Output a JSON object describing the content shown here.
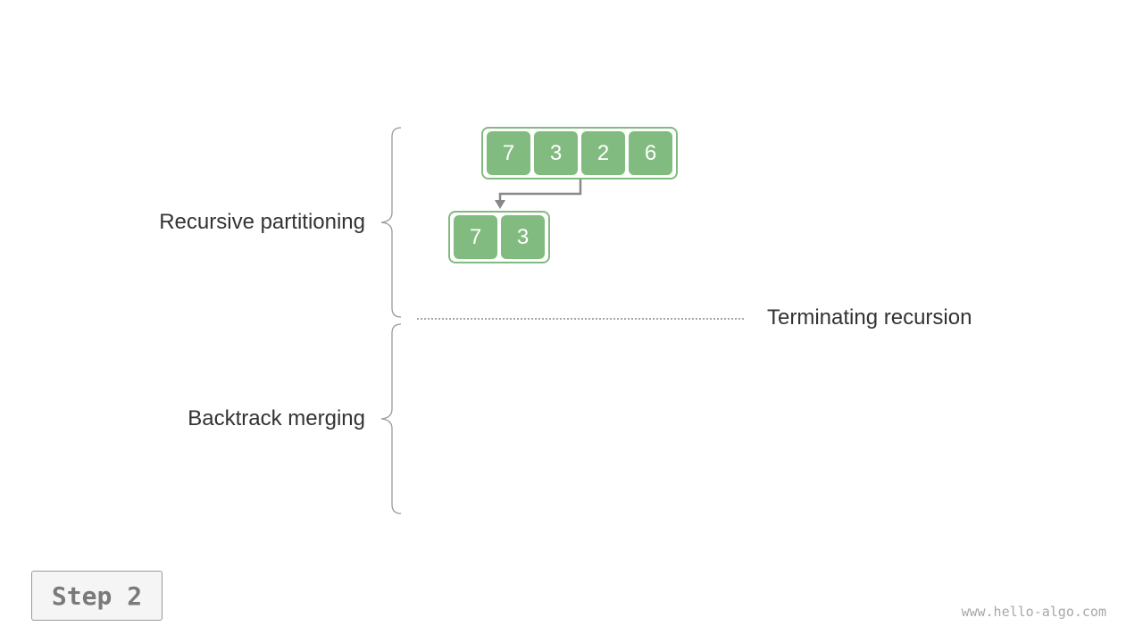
{
  "labels": {
    "partition": "Recursive partitioning",
    "merge": "Backtrack merging",
    "terminate": "Terminating recursion"
  },
  "arrays": {
    "level0": [
      "7",
      "3",
      "2",
      "6"
    ],
    "level1": [
      "7",
      "3"
    ]
  },
  "step": "Step 2",
  "watermark": "www.hello-algo.com",
  "colors": {
    "cell_fill": "#82bb7f",
    "cell_border": "#82bb7f",
    "text": "#333333",
    "arrow": "#888888",
    "brace": "#999999"
  }
}
